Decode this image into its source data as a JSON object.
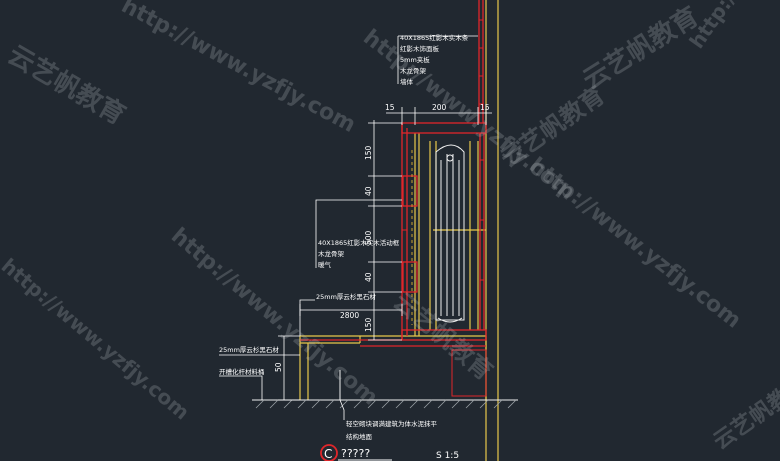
{
  "colors": {
    "background": "#212830",
    "dimension": "#ffffff",
    "wall": "#e8c84a",
    "timber": "#e0262a",
    "radiator": "#f0f0f0",
    "gridline": "#c9a230",
    "watermark": "#c8cdd2"
  },
  "annotations": {
    "top_group": [
      "40X1865红影木实木条",
      "红影木饰面板",
      "5mm夹板",
      "木龙骨架",
      "墙体"
    ],
    "middle_group": [
      "40X1865红影木实木活动框",
      "木龙骨架",
      "暖气"
    ],
    "stone_label_upper": "25mm厚云杉黑石材",
    "stone_label_lower": "25mm厚云杉黑石材",
    "floor_label": "开槽化杆材料桶",
    "bottom_group": [
      "轻空砌块调满建筑为体水泥抹平",
      "结构地面"
    ]
  },
  "dimensions": {
    "d15_left": "15",
    "d200": "200",
    "d15_right": "15",
    "d150_top": "150",
    "d40_top": "40",
    "d500": "500",
    "d40_bottom": "40",
    "d150_bottom": "150",
    "d2800": "2800",
    "d50": "50"
  },
  "title_block": {
    "marker": "C",
    "title": "?????",
    "scale": "S 1:5"
  },
  "watermarks": {
    "url": "http://www.yzfjy.com",
    "brand": "云艺帆教育"
  }
}
